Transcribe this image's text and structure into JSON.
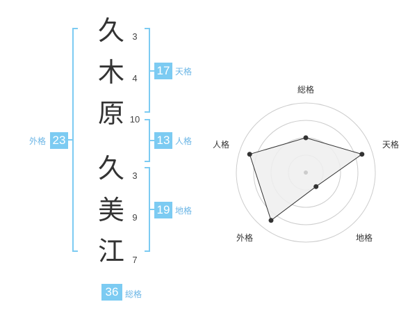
{
  "name_chars": [
    {
      "char": "久",
      "strokes": "3"
    },
    {
      "char": "木",
      "strokes": "4"
    },
    {
      "char": "原",
      "strokes": "10"
    },
    {
      "char": "久",
      "strokes": "3"
    },
    {
      "char": "美",
      "strokes": "9"
    },
    {
      "char": "江",
      "strokes": "7"
    }
  ],
  "fortunes": {
    "tenkaku": {
      "label": "天格",
      "value": "17"
    },
    "jinkaku": {
      "label": "人格",
      "value": "13"
    },
    "chikaku": {
      "label": "地格",
      "value": "19"
    },
    "gaikaku": {
      "label": "外格",
      "value": "23"
    },
    "soukaku": {
      "label": "総格",
      "value": "36"
    }
  },
  "colors": {
    "accent": "#7ccbf2",
    "label": "#6cb6e6",
    "text": "#333333"
  },
  "chart_data": {
    "type": "radar",
    "axes": [
      "総格",
      "天格",
      "地格",
      "外格",
      "人格"
    ],
    "values": [
      0.5,
      0.85,
      0.25,
      0.85,
      0.85
    ],
    "levels": 4,
    "max": 1
  }
}
